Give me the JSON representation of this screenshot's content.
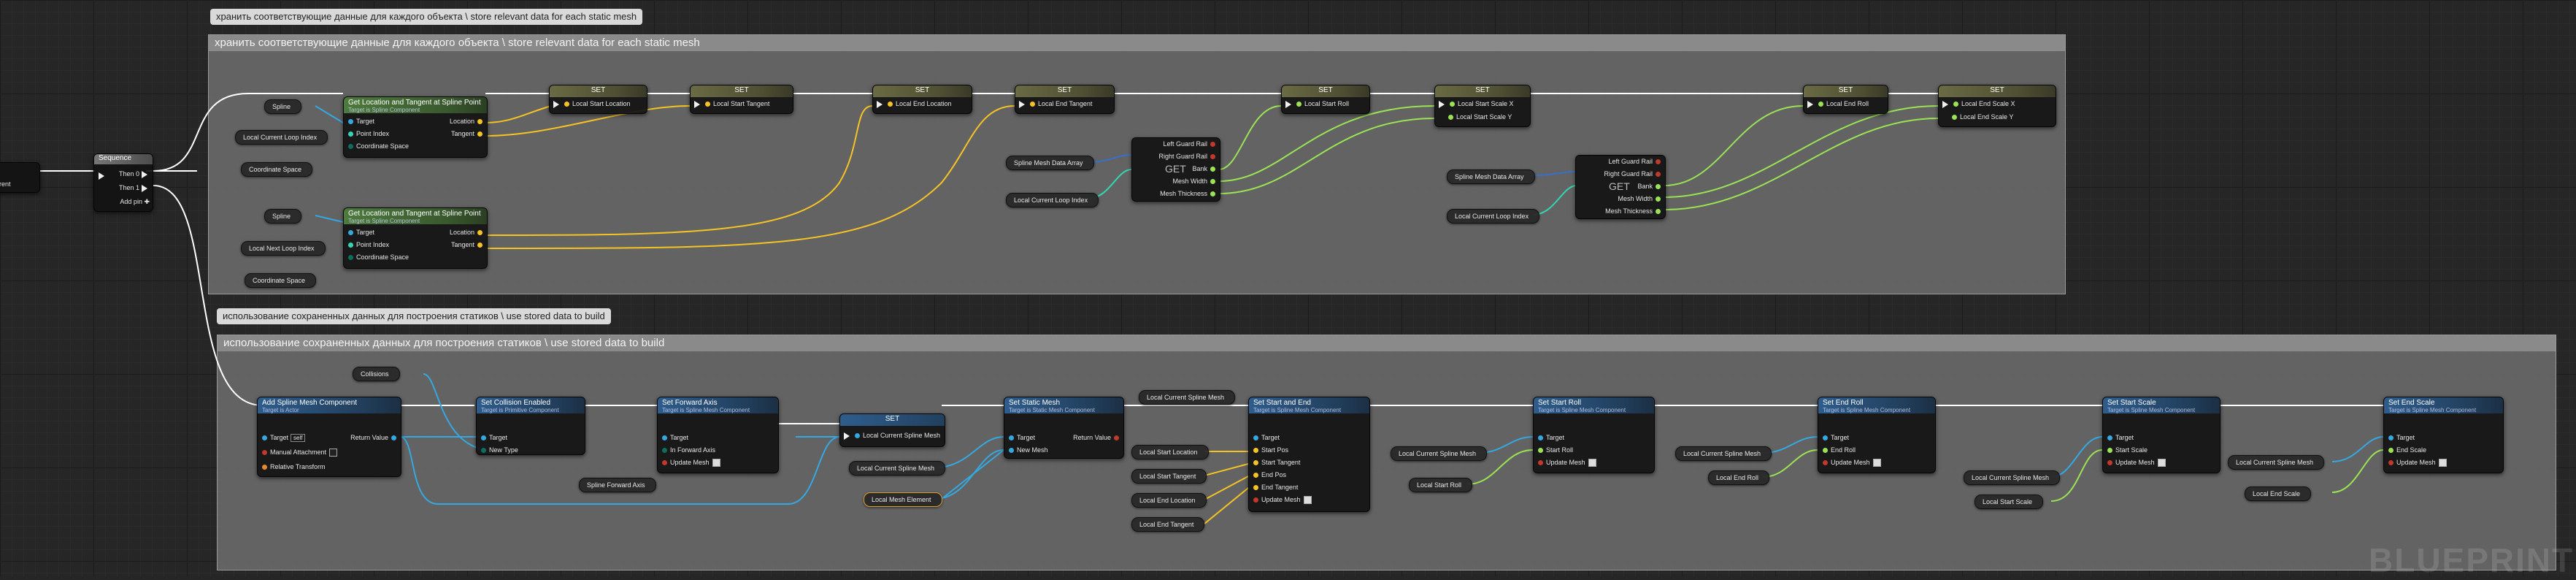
{
  "watermark": "BLUEPRINT",
  "comments": {
    "store": {
      "bubble": "хранить соответствующие данные для каждого объекта \\ store relevant data for each static mesh",
      "title": "хранить соответствующие данные для каждого объекта \\ store relevant data for each static mesh"
    },
    "build": {
      "bubble": "использование сохраненных данных для построения статиков \\ use stored data to build",
      "title": "использование сохраненных данных для построения статиков \\ use stored data to build"
    }
  },
  "left": {
    "partial_label": "rent"
  },
  "sequence": {
    "title": "Sequence",
    "then0": "Then 0",
    "then1": "Then 1",
    "add_pin": "Add pin"
  },
  "store_nodes": {
    "get_loc1": {
      "title": "Get Location and Tangent at Spline Point",
      "sub": "Target is Spline Component",
      "target": "Target",
      "point_index": "Point Index",
      "coord_space": "Coordinate Space",
      "location": "Location",
      "tangent": "Tangent"
    },
    "get_loc2": {
      "title": "Get Location and Tangent at Spline Point",
      "sub": "Target is Spline Component",
      "target": "Target",
      "point_index": "Point Index",
      "coord_space": "Coordinate Space",
      "location": "Location",
      "tangent": "Tangent"
    },
    "set1": {
      "title": "SET",
      "var": "Local Start Location"
    },
    "set2": {
      "title": "SET",
      "var": "Local Start Tangent"
    },
    "set3": {
      "title": "SET",
      "var": "Local End Location"
    },
    "set4": {
      "title": "SET",
      "var": "Local End Tangent"
    },
    "set5": {
      "title": "SET",
      "var": "Local Start Roll"
    },
    "set6": {
      "title": "SET",
      "var1": "Local Start Scale X",
      "var2": "Local Start Scale Y"
    },
    "set7": {
      "title": "SET",
      "var": "Local End Roll"
    },
    "set8": {
      "title": "SET",
      "var1": "Local End Scale X",
      "var2": "Local End Scale Y"
    },
    "break1": {
      "left_guard": "Left Guard Rail",
      "right_guard": "Right Guard Rail",
      "bank": "Bank",
      "mesh_width": "Mesh Width",
      "mesh_thickness": "Mesh Thickness",
      "center": "GET"
    },
    "break2": {
      "left_guard": "Left Guard Rail",
      "right_guard": "Right Guard Rail",
      "bank": "Bank",
      "mesh_width": "Mesh Width",
      "mesh_thickness": "Mesh Thickness",
      "center": "GET"
    }
  },
  "store_vars": {
    "spline1": "Spline",
    "loop_index1": "Local Current Loop Index",
    "coord1": "Coordinate Space",
    "spline2": "Spline",
    "next_loop": "Local Next Loop Index",
    "coord2": "Coordinate Space",
    "mesh_array1": "Spline Mesh Data Array",
    "loop_index2": "Local Current Loop Index",
    "mesh_array2": "Spline Mesh Data Array",
    "loop_index3": "Local Current Loop Index"
  },
  "build_nodes": {
    "add_spline": {
      "title": "Add Spline Mesh Component",
      "sub": "Target is Actor",
      "target": "Target",
      "self": "self",
      "manual": "Manual Attachment",
      "relative": "Relative Transform",
      "return": "Return Value"
    },
    "collision": {
      "title": "Set Collision Enabled",
      "sub": "Target is Primitive Component",
      "target": "Target",
      "new_type": "New Type"
    },
    "forward": {
      "title": "Set Forward Axis",
      "sub": "Target is Spline Mesh Component",
      "target": "Target",
      "in_axis": "In Forward Axis",
      "update": "Update Mesh"
    },
    "set_mesh": {
      "title": "SET",
      "var": "Local Current Spline Mesh"
    },
    "static_mesh": {
      "title": "Set Static Mesh",
      "sub": "Target is Static Mesh Component",
      "target": "Target",
      "new_mesh": "New Mesh",
      "return": "Return Value"
    },
    "start_end": {
      "title": "Set Start and End",
      "sub": "Target is Spline Mesh Component",
      "target": "Target",
      "start_pos": "Start Pos",
      "start_tangent": "Start Tangent",
      "end_pos": "End Pos",
      "end_tangent": "End Tangent",
      "update": "Update Mesh"
    },
    "start_roll": {
      "title": "Set Start Roll",
      "sub": "Target is Spline Mesh Component",
      "target": "Target",
      "val": "Start Roll",
      "update": "Update Mesh"
    },
    "end_roll": {
      "title": "Set End Roll",
      "sub": "Target is Spline Mesh Component",
      "target": "Target",
      "val": "End Roll",
      "update": "Update Mesh"
    },
    "start_scale": {
      "title": "Set Start Scale",
      "sub": "Target is Spline Mesh Component",
      "target": "Target",
      "val": "Start Scale",
      "update": "Update Mesh"
    },
    "end_scale": {
      "title": "Set End Scale",
      "sub": "Target is Spline Mesh Component",
      "target": "Target",
      "val": "End Scale",
      "update": "Update Mesh"
    }
  },
  "build_vars": {
    "collisions": "Collisions",
    "forward_axis": "Spline Forward Axis",
    "cur_mesh1": "Local Current Spline Mesh",
    "mesh_elem": "Local Mesh Element",
    "cur_mesh2": "Local Current Spline Mesh",
    "start_loc": "Local Start Location",
    "start_tan": "Local Start Tangent",
    "end_loc": "Local End Location",
    "end_tan": "Local End Tangent",
    "cur_mesh3": "Local Current Spline Mesh",
    "start_roll": "Local Start Roll",
    "cur_mesh4": "Local Current Spline Mesh",
    "end_roll": "Local End Roll",
    "cur_mesh5": "Local Current Spline Mesh",
    "start_scale": "Local Start Scale",
    "cur_mesh6": "Local Current Spline Mesh",
    "end_scale": "Local End Scale"
  },
  "colors": {
    "exec": "#ffffff",
    "vector": "#f5c325",
    "object": "#35a8e0",
    "float": "#9be355",
    "struct": "#3a6fc8",
    "int": "#34d6b2",
    "bool": "#c0392b"
  }
}
